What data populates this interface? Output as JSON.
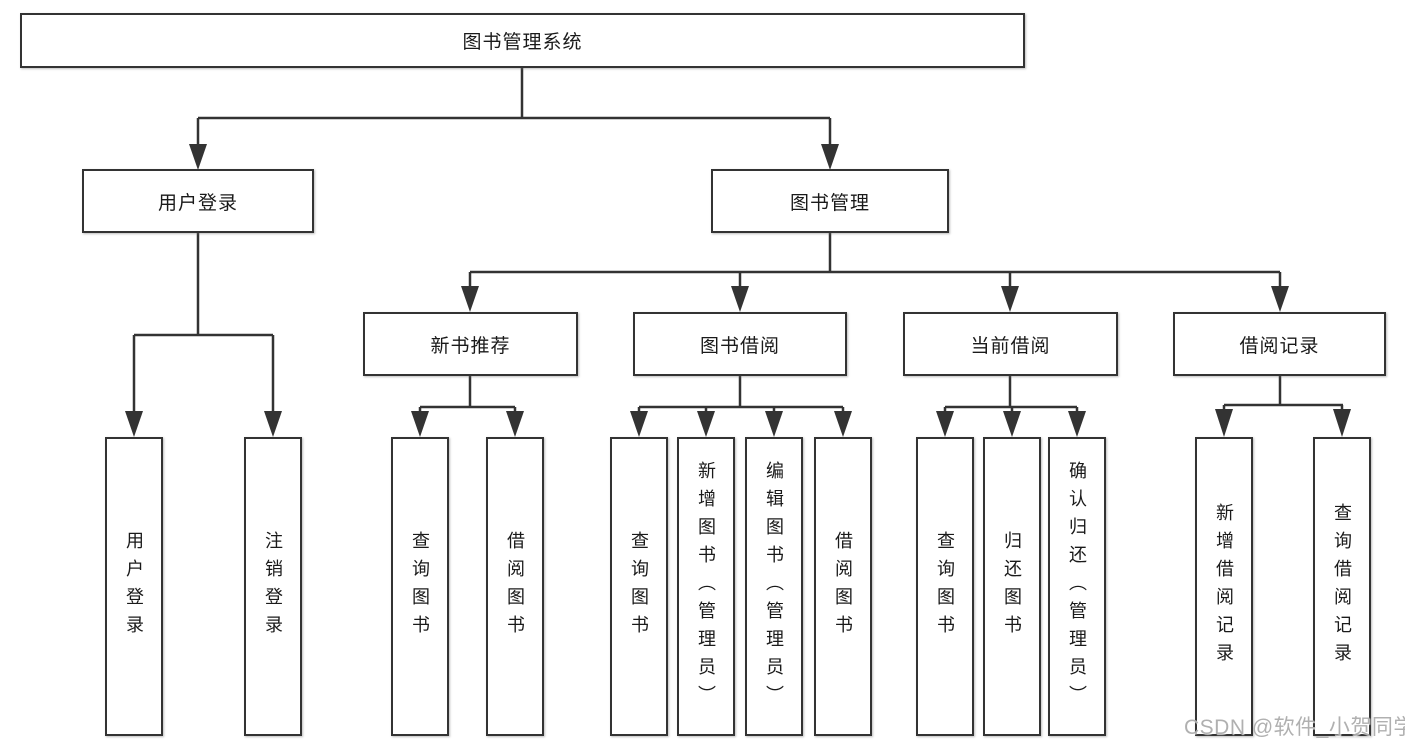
{
  "tree": {
    "root": {
      "label": "图书管理系统",
      "children": [
        {
          "label": "用户登录",
          "children": [
            {
              "label": "用户登录"
            },
            {
              "label": "注销登录"
            }
          ]
        },
        {
          "label": "图书管理",
          "children": [
            {
              "label": "新书推荐",
              "children": [
                {
                  "label": "查询图书"
                },
                {
                  "label": "借阅图书"
                }
              ]
            },
            {
              "label": "图书借阅",
              "children": [
                {
                  "label": "查询图书"
                },
                {
                  "label": "新增图书（管理员）"
                },
                {
                  "label": "编辑图书（管理员）"
                },
                {
                  "label": "借阅图书"
                }
              ]
            },
            {
              "label": "当前借阅",
              "children": [
                {
                  "label": "查询图书"
                },
                {
                  "label": "归还图书"
                },
                {
                  "label": "确认归还（管理员）"
                }
              ]
            },
            {
              "label": "借阅记录",
              "children": [
                {
                  "label": "新增借阅记录"
                },
                {
                  "label": "查询借阅记录"
                }
              ]
            }
          ]
        }
      ]
    }
  },
  "watermark": "CSDN @软件_小贺同学",
  "colors": {
    "line": "#333333",
    "box_border": "#333333",
    "box_background": "#ffffff",
    "text": "#1a1a1a",
    "watermark": "#acacac"
  }
}
